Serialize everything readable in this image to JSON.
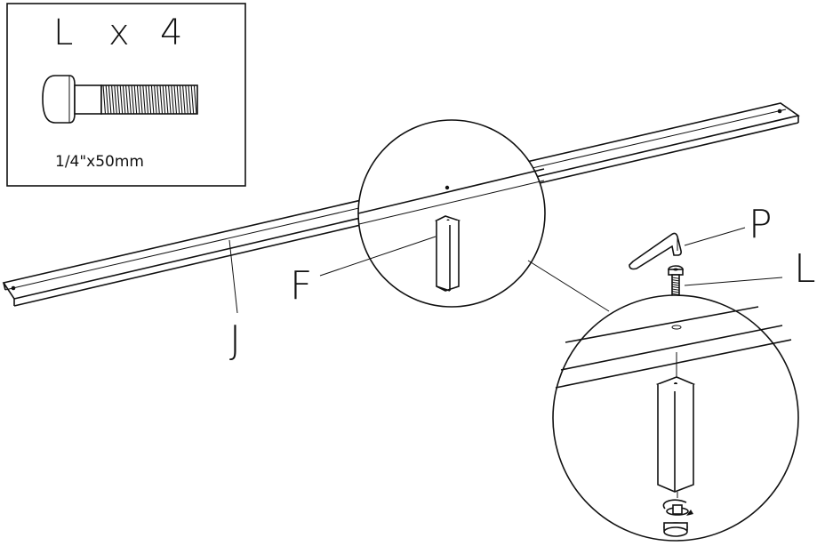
{
  "callout_box": {
    "header_letter": "L",
    "header_times": "x",
    "header_count": "4",
    "bolt_spec": "1/4\"x50mm"
  },
  "part_labels": {
    "rail": "J",
    "leg": "F",
    "allen_key": "P",
    "bolt": "L"
  }
}
